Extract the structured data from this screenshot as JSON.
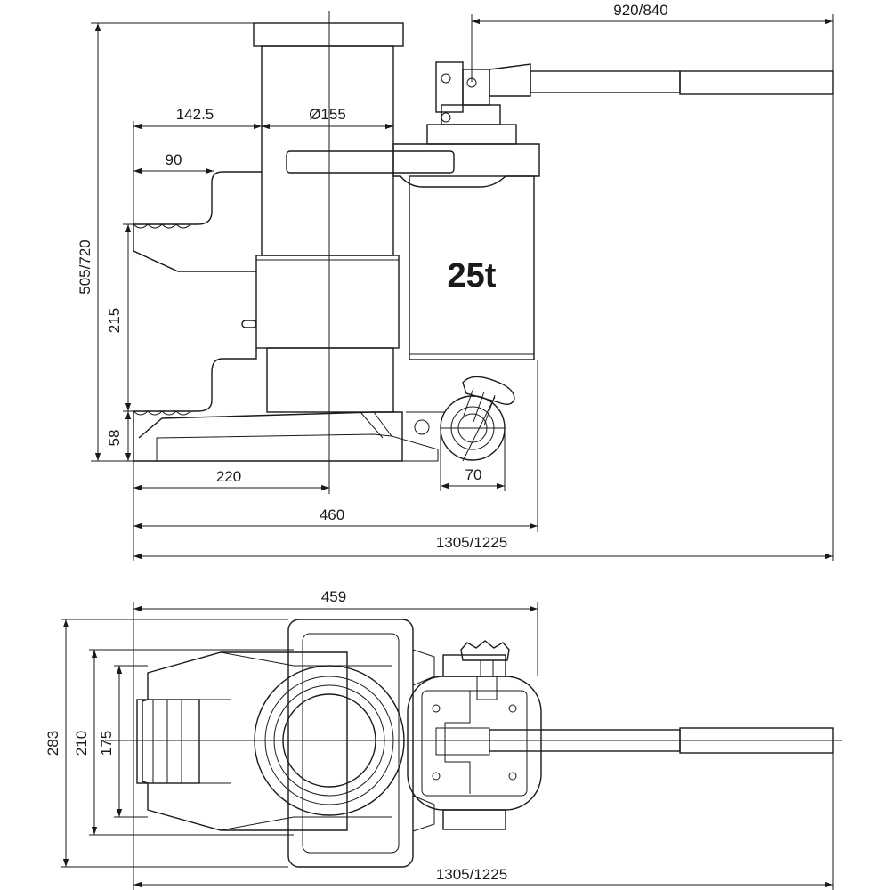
{
  "capacity_label": "25t",
  "side_view": {
    "dims": {
      "handle_reach": "920/840",
      "foot_offset": "142.5",
      "ram_diameter": "Ø155",
      "toe_depth": "90",
      "total_height": "505/720",
      "toe_stroke": "215",
      "toe_min_height": "58",
      "base_to_center": "220",
      "wheel_size": "70",
      "body_length": "460",
      "overall_length": "1305/1225"
    }
  },
  "top_view": {
    "dims": {
      "body_length": "459",
      "overall_width": "283",
      "base_width": "210",
      "toe_width": "175",
      "overall_length": "1305/1225"
    }
  }
}
